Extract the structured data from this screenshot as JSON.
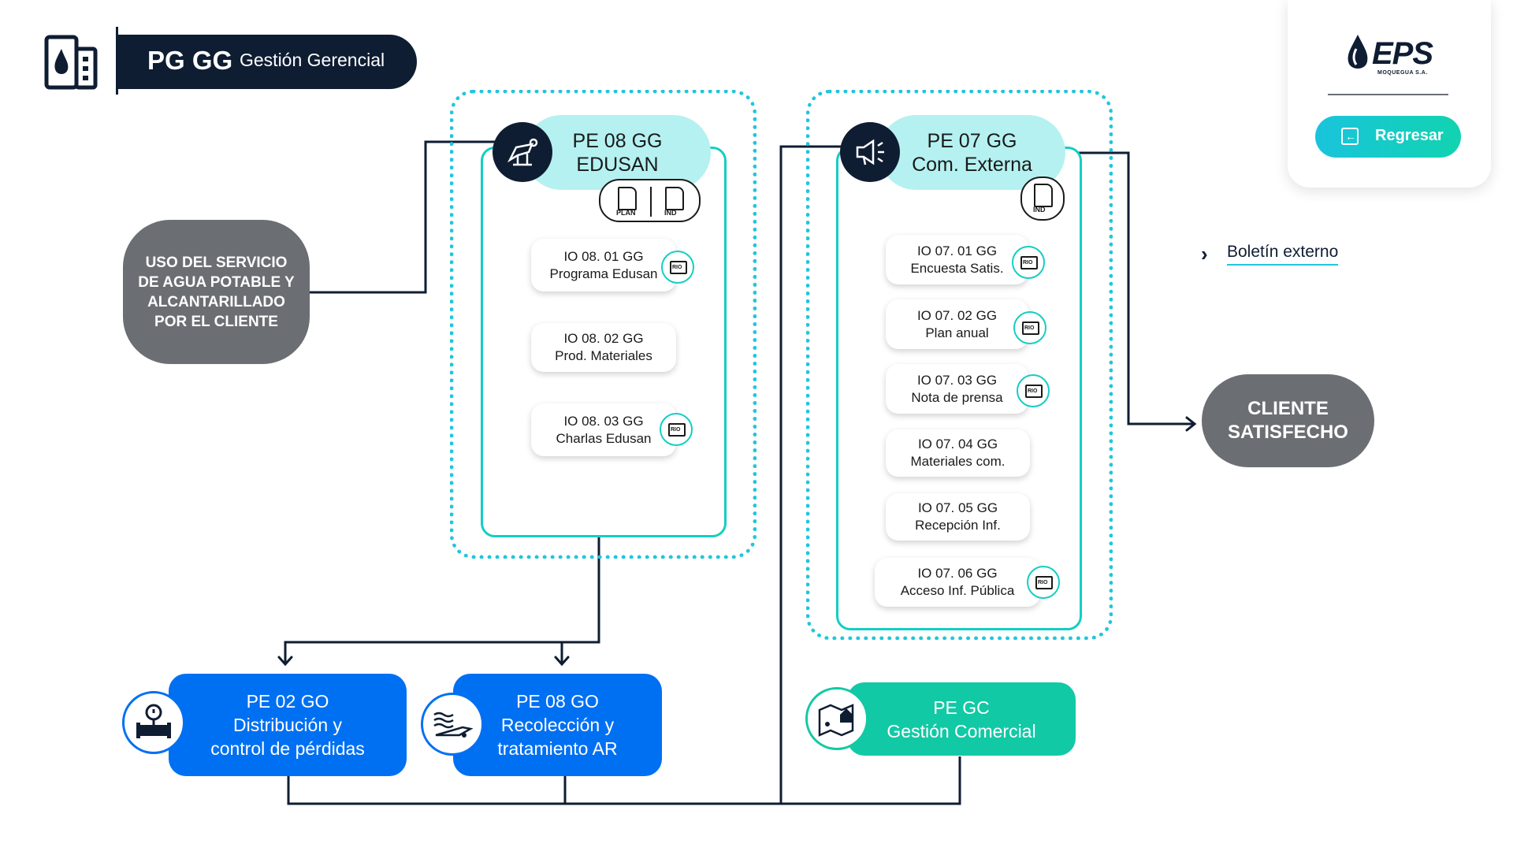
{
  "header": {
    "code": "PG GG",
    "name": "Gestión Gerencial"
  },
  "logo": {
    "text": "EPS",
    "subtext": "MOQUEGUA S.A."
  },
  "nav": {
    "back_label": "Regresar"
  },
  "input_node": {
    "label": "USO DEL SERVICIO DE AGUA POTABLE Y ALCANTARILLADO POR EL CLIENTE"
  },
  "output_node": {
    "label": "CLIENTE SATISFECHO"
  },
  "link": {
    "label": "Boletín externo"
  },
  "groups": {
    "edusan": {
      "code": "PE 08 GG",
      "name": "EDUSAN",
      "docs": [
        "PLAN",
        "IND"
      ],
      "items": [
        {
          "code": "IO 08. 01 GG",
          "name": "Programa Edusan",
          "rio": "RIO"
        },
        {
          "code": "IO 08. 02 GG",
          "name": "Prod. Materiales"
        },
        {
          "code": "IO 08. 03 GG",
          "name": "Charlas Edusan",
          "rio": "RIO"
        }
      ]
    },
    "comext": {
      "code": "PE 07 GG",
      "name": "Com. Externa",
      "docs": [
        "IND"
      ],
      "items": [
        {
          "code": "IO 07. 01 GG",
          "name": "Encuesta Satis.",
          "rio": "RIO"
        },
        {
          "code": "IO 07. 02 GG",
          "name": "Plan anual",
          "rio": "RIO"
        },
        {
          "code": "IO 07. 03 GG",
          "name": "Nota de prensa",
          "rio": "RIO"
        },
        {
          "code": "IO 07. 04 GG",
          "name": "Materiales com."
        },
        {
          "code": "IO 07. 05 GG",
          "name": "Recepción Inf."
        },
        {
          "code": "IO 07. 06 GG",
          "name": "Acceso Inf. Pública",
          "rio": "RIO"
        }
      ]
    }
  },
  "bottom": {
    "pe02": {
      "code": "PE 02 GO",
      "line1": "Distribución y",
      "line2": "control de pérdidas"
    },
    "pe08go": {
      "code": "PE 08 GO",
      "line1": "Recolección y",
      "line2": "tratamiento AR"
    },
    "pegc": {
      "code": "PE GC",
      "line1": "Gestión Comercial"
    }
  },
  "colors": {
    "navy": "#0f1d33",
    "teal": "#14cec4",
    "blue": "#0070f3",
    "green": "#12c9a5",
    "grey": "#6b6e73"
  }
}
